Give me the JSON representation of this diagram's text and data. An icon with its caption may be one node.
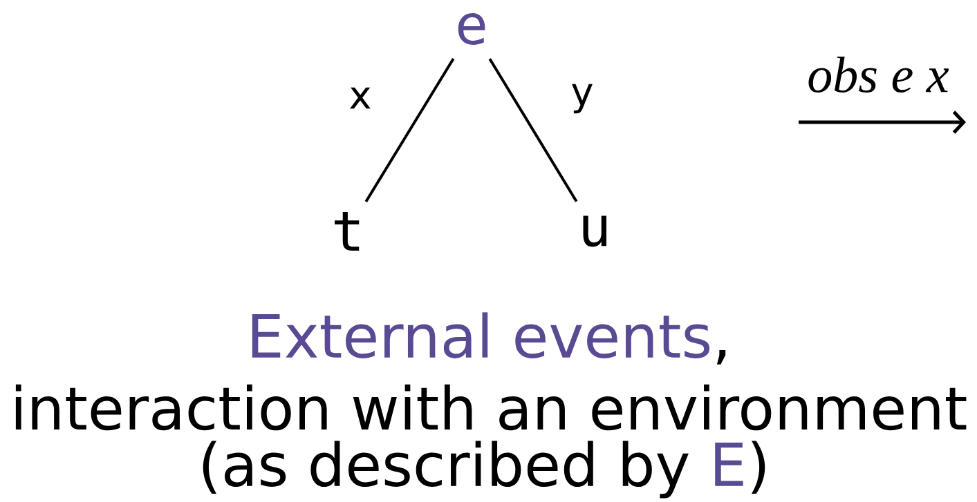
{
  "diagram": {
    "nodes": [
      {
        "text": [
          "e"
        ]
      },
      {
        "text": [
          "t"
        ]
      },
      {
        "text": [
          "u"
        ]
      }
    ],
    "edges": [
      {
        "from": 0,
        "to": 1,
        "arrow": "none",
        "label": "x"
      },
      {
        "from": 0,
        "to": 2,
        "arrow": "none",
        "label": "y"
      }
    ],
    "labels": [
      "obs e x",
      "External events",
      ",",
      "interaction with an environment",
      "(as described by",
      "E",
      ")"
    ]
  }
}
